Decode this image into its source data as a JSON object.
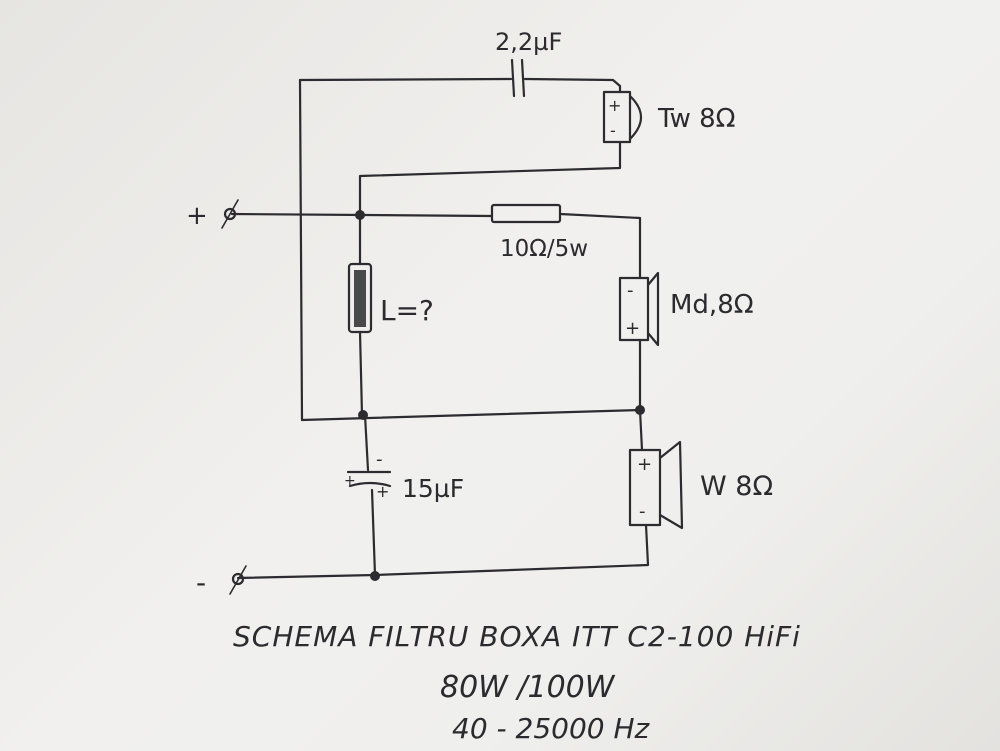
{
  "schematic": {
    "cap_top": "2,2µF",
    "tweeter": "Tw 8Ω",
    "resistor": "10Ω/5w",
    "inductor": "L=?",
    "midrange": "Md,8Ω",
    "woofer": "W 8Ω",
    "cap_bottom": "15µF",
    "terminal_plus": "+",
    "terminal_minus": "-",
    "sign_plus": "+",
    "sign_minus": "-"
  },
  "caption": {
    "title": "SCHEMA FILTRU BOXA ITT C2-100 HiFi",
    "power": "80W /100W",
    "frequency": "40 - 25000 Hz"
  }
}
